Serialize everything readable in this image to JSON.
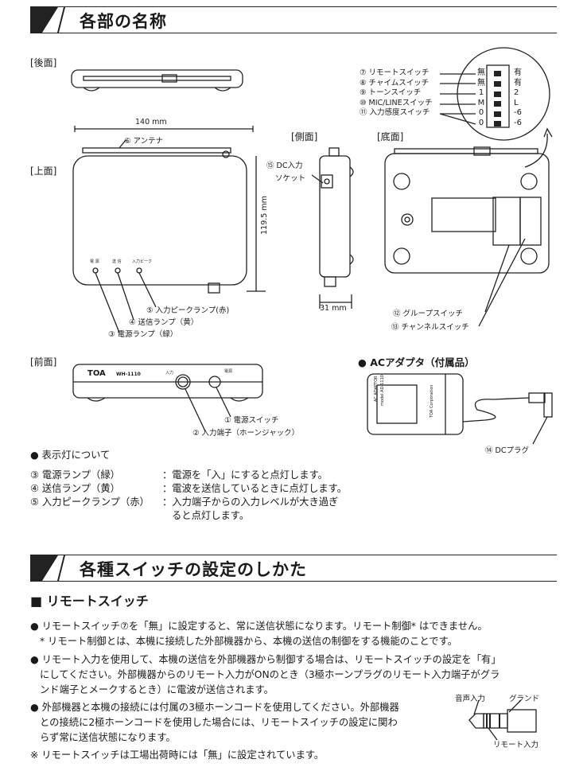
{
  "section1": {
    "title": "各部の名称"
  },
  "views": {
    "back": "[後面]",
    "top": "[上面]",
    "side": "[側面]",
    "bottom": "[底面]",
    "front": "[前面]"
  },
  "dimensions": {
    "width": "140 mm",
    "depth": "119.5 mm",
    "height": "31 mm"
  },
  "callouts": {
    "antenna": "⑥ アンテナ",
    "dc_socket_1": "⑮ DC入力",
    "dc_socket_2": "ソケット",
    "peak_lamp": "⑤ 入力ピークランプ(赤)",
    "tx_lamp": "④ 送信ランプ（黄）",
    "power_lamp": "③ 電源ランプ（緑）",
    "group_switch": "⑫ グループスイッチ",
    "channel_switch": "⑬ チャンネルスイッチ",
    "power_switch": "① 電源スイッチ",
    "input_jack": "② 入力端子（ホーンジャック）",
    "dc_plug": "⑭ DCプラグ"
  },
  "switches": [
    {
      "label": "⑦ リモートスイッチ",
      "left": "無",
      "right": "有"
    },
    {
      "label": "⑧ チャイムスイッチ",
      "left": "無",
      "right": "有"
    },
    {
      "label": "⑨ トーンスイッチ",
      "left": "1",
      "right": "2"
    },
    {
      "label": "⑩ MIC/LINEスイッチ",
      "left": "M",
      "right": "L"
    },
    {
      "label": "⑪ 入力感度スイッチ",
      "left": "0",
      "right": "-6"
    },
    {
      "label": "",
      "left": "0",
      "right": "-6"
    }
  ],
  "device_markings": {
    "lamp_power": "電 源",
    "lamp_tx": "送 信",
    "lamp_peak": "入力ピーク",
    "brand": "TOA",
    "model": "WH-1110",
    "input": "入力",
    "power": "電源"
  },
  "adapter": {
    "title": "● ACアダプタ（付属品）",
    "label_1": "AC ADAPTOR",
    "label_2": "model AD-1110",
    "label_3": "TOA Corporation"
  },
  "indicators": {
    "heading": "● 表示灯について",
    "rows": [
      {
        "name": "③ 電源ランプ（緑）",
        "desc": "：電源を「入」にすると点灯します。"
      },
      {
        "name": "④ 送信ランプ（黄）",
        "desc": "：電波を送信しているときに点灯します。"
      },
      {
        "name": "⑤ 入力ピークランプ（赤）",
        "desc": "：入力端子からの入力レベルが大き過ぎ",
        "desc2": "ると点灯します。"
      }
    ]
  },
  "section2": {
    "title": "各種スイッチの設定のしかた",
    "subtitle": "■ リモートスイッチ"
  },
  "remote": {
    "p1": "● リモートスイッチ⑦を「無」に設定すると、常に送信状態になります。リモート制御* はできません。",
    "p1_note": "* リモート制御とは、本機に接続した外部機器から、本機の送信の制御をする機能のことです。",
    "p2_1": "● リモート入力を使用して、本機の送信を外部機器から制御する場合は、リモートスイッチの設定を「有」",
    "p2_2": "にしてください。外部機器からのリモート入力がONのとき（3極ホーンプラグのリモート入力端子がグラ",
    "p2_3": "ンド端子とメークするとき）に電波が送信されます。",
    "p3_1": "● 外部機器と本機の接続には付属の3極ホーンコードを使用してください。外部機器",
    "p3_2": "との接続に2極ホーンコードを使用した場合には、リモートスイッチの設定に関わ",
    "p3_3": "らず常に送信状態になります。",
    "note": "※ リモートスイッチは工場出荷時には「無」に設定されています。",
    "plug": {
      "audio": "音声入力",
      "ground": "グランド",
      "remote": "リモート入力"
    }
  }
}
